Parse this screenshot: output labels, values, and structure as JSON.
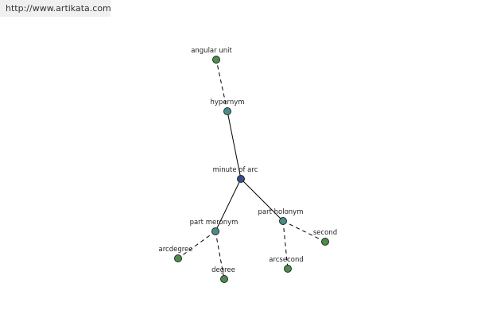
{
  "watermark": {
    "text": "http://www.artikata.com"
  },
  "graph": {
    "colors": {
      "center": "#3b4a8c",
      "relation": "#4a8a8a",
      "leaf": "#4f8a4f",
      "node_stroke": "#1e2e1e",
      "edge": "#000000"
    },
    "nodes": [
      {
        "id": "minute-of-arc",
        "label": "minute of arc",
        "kind": "center"
      },
      {
        "id": "hypernym",
        "label": "hypernym",
        "kind": "relation"
      },
      {
        "id": "angular-unit",
        "label": "angular unit",
        "kind": "leaf"
      },
      {
        "id": "part-meronym",
        "label": "part meronym",
        "kind": "relation"
      },
      {
        "id": "arcdegree",
        "label": "arcdegree",
        "kind": "leaf"
      },
      {
        "id": "degree",
        "label": "degree",
        "kind": "leaf"
      },
      {
        "id": "part-holonym",
        "label": "part holonym",
        "kind": "relation"
      },
      {
        "id": "arcsecond",
        "label": "arcsecond",
        "kind": "leaf"
      },
      {
        "id": "second",
        "label": "second",
        "kind": "leaf"
      }
    ],
    "edges": [
      {
        "from": "minute-of-arc",
        "to": "hypernym",
        "style": "solid"
      },
      {
        "from": "minute-of-arc",
        "to": "part-meronym",
        "style": "solid"
      },
      {
        "from": "minute-of-arc",
        "to": "part-holonym",
        "style": "solid"
      },
      {
        "from": "hypernym",
        "to": "angular-unit",
        "style": "dashed"
      },
      {
        "from": "part-meronym",
        "to": "arcdegree",
        "style": "dashed"
      },
      {
        "from": "part-meronym",
        "to": "degree",
        "style": "dashed"
      },
      {
        "from": "part-holonym",
        "to": "arcsecond",
        "style": "dashed"
      },
      {
        "from": "part-holonym",
        "to": "second",
        "style": "dashed"
      }
    ]
  }
}
